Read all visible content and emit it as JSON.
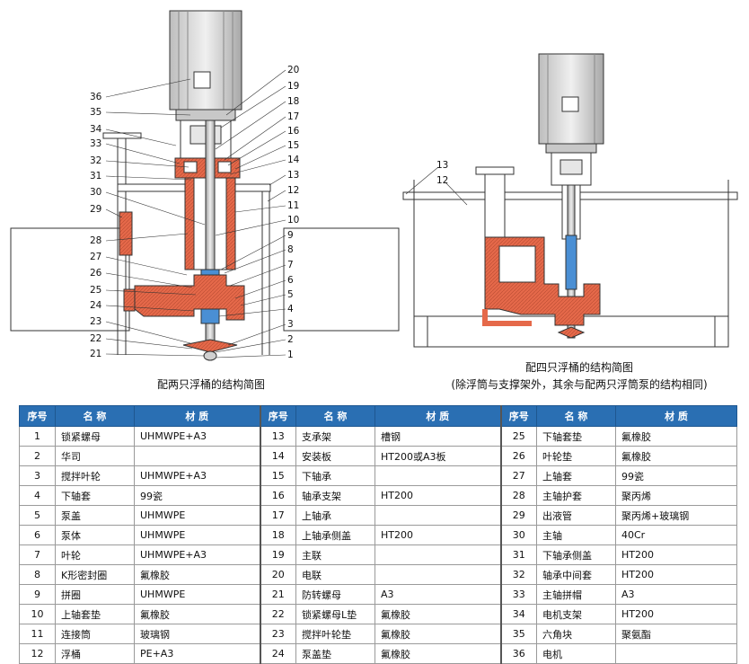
{
  "figure_left": {
    "caption": "配两只浮桶的结构简图",
    "callouts_left": [
      "36",
      "35",
      "34",
      "33",
      "32",
      "31",
      "30",
      "29",
      "28",
      "27",
      "26",
      "25",
      "24",
      "23",
      "22",
      "21"
    ],
    "callouts_right": [
      "20",
      "19",
      "18",
      "17",
      "16",
      "15",
      "14",
      "13",
      "12",
      "11",
      "10",
      "9",
      "8",
      "7",
      "6",
      "5",
      "4",
      "3",
      "2",
      "1"
    ]
  },
  "figure_right": {
    "caption": "配四只浮桶的结构简图",
    "note": "(除浮筒与支撑架外，其余与配两只浮筒泵的结构相同)",
    "callouts": [
      "13",
      "12"
    ]
  },
  "table": {
    "headers": [
      "序号",
      "名 称",
      "材 质"
    ],
    "rows": [
      [
        [
          "1",
          "锁紧螺母",
          "UHMWPE+A3"
        ],
        [
          "13",
          "支承架",
          "槽钢"
        ],
        [
          "25",
          "下轴套垫",
          "氟橡胶"
        ]
      ],
      [
        [
          "2",
          "华司",
          ""
        ],
        [
          "14",
          "安装板",
          "HT200或A3板"
        ],
        [
          "26",
          "叶轮垫",
          "氟橡胶"
        ]
      ],
      [
        [
          "3",
          "搅拌叶轮",
          "UHMWPE+A3"
        ],
        [
          "15",
          "下轴承",
          ""
        ],
        [
          "27",
          "上轴套",
          "99瓷"
        ]
      ],
      [
        [
          "4",
          "下轴套",
          "99瓷"
        ],
        [
          "16",
          "轴承支架",
          "HT200"
        ],
        [
          "28",
          "主轴护套",
          "聚丙烯"
        ]
      ],
      [
        [
          "5",
          "泵盖",
          "UHMWPE"
        ],
        [
          "17",
          "上轴承",
          ""
        ],
        [
          "29",
          "出液管",
          "聚丙烯+玻璃钢"
        ]
      ],
      [
        [
          "6",
          "泵体",
          "UHMWPE"
        ],
        [
          "18",
          "上轴承侧盖",
          "HT200"
        ],
        [
          "30",
          "主轴",
          "40Cr"
        ]
      ],
      [
        [
          "7",
          "叶轮",
          "UHMWPE+A3"
        ],
        [
          "19",
          "主联",
          ""
        ],
        [
          "31",
          "下轴承侧盖",
          "HT200"
        ]
      ],
      [
        [
          "8",
          "K形密封圈",
          "氟橡胶"
        ],
        [
          "20",
          "电联",
          ""
        ],
        [
          "32",
          "轴承中间套",
          "HT200"
        ]
      ],
      [
        [
          "9",
          "拼圈",
          "UHMWPE"
        ],
        [
          "21",
          "防转螺母",
          "A3"
        ],
        [
          "33",
          "主轴拼帽",
          "A3"
        ]
      ],
      [
        [
          "10",
          "上轴套垫",
          "氟橡胶"
        ],
        [
          "22",
          "锁紧螺母L垫",
          "氟橡胶"
        ],
        [
          "34",
          "电机支架",
          "HT200"
        ]
      ],
      [
        [
          "11",
          "连接筒",
          "玻璃钢"
        ],
        [
          "23",
          "搅拌叶轮垫",
          "氟橡胶"
        ],
        [
          "35",
          "六角块",
          "聚氨酯"
        ]
      ],
      [
        [
          "12",
          "浮桶",
          "PE+A3"
        ],
        [
          "24",
          "泵盖垫",
          "氟橡胶"
        ],
        [
          "36",
          "电机",
          ""
        ]
      ]
    ]
  },
  "colors": {
    "pump_orange": "#e5694a",
    "shaft_blue": "#4a8fd4",
    "motor_gray": "#d8d8d8",
    "header_blue": "#2a6fb3"
  }
}
